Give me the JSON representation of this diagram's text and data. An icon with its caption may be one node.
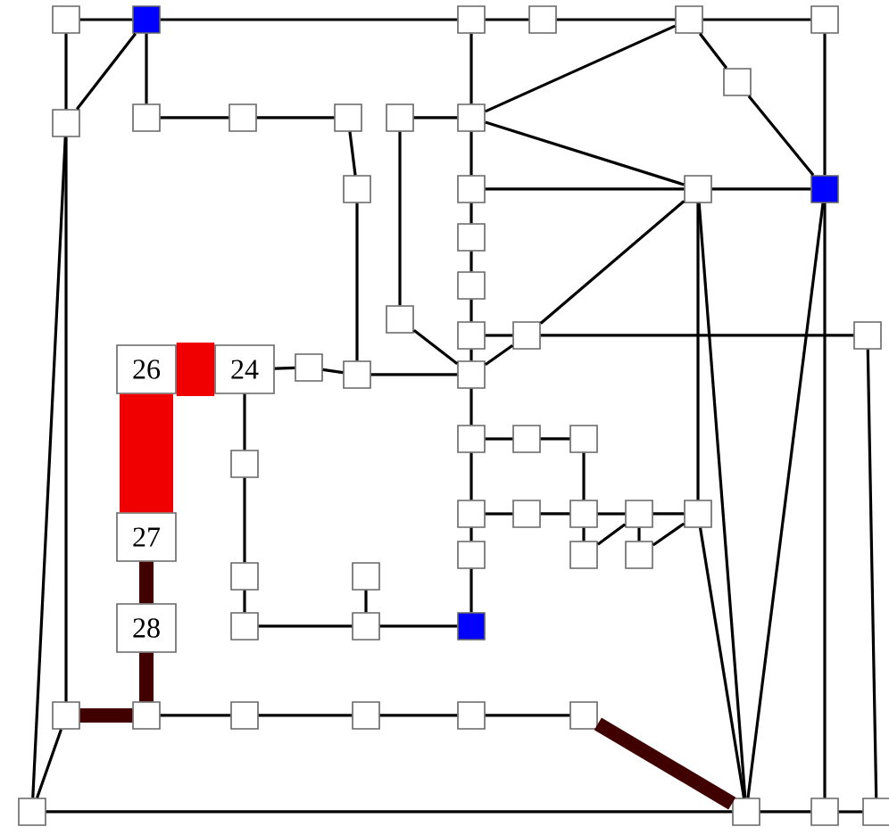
{
  "diagram": {
    "nodes": [
      {
        "text": [],
        "shape": "box"
      },
      {
        "text": [],
        "shape": "box"
      },
      {
        "text": [],
        "shape": "box"
      },
      {
        "text": [],
        "shape": "box"
      },
      {
        "text": [],
        "shape": "box"
      },
      {
        "text": [],
        "shape": "box"
      },
      {
        "text": [],
        "shape": "box"
      },
      {
        "text": [],
        "shape": "box"
      },
      {
        "text": [],
        "shape": "box"
      },
      {
        "text": [],
        "shape": "box"
      },
      {
        "text": [],
        "shape": "box"
      },
      {
        "text": [],
        "shape": "box"
      },
      {
        "text": [],
        "shape": "box"
      },
      {
        "text": [],
        "shape": "box"
      },
      {
        "text": [],
        "shape": "box"
      },
      {
        "text": [],
        "shape": "box"
      },
      {
        "text": [],
        "shape": "box"
      },
      {
        "text": [],
        "shape": "box"
      },
      {
        "text": [],
        "shape": "box"
      },
      {
        "text": [],
        "shape": "box"
      },
      {
        "text": [],
        "shape": "box"
      },
      {
        "text": [],
        "shape": "box"
      },
      {
        "text": [],
        "shape": "box"
      },
      {
        "text": [
          "26"
        ]
      },
      {
        "text": [
          "24"
        ]
      },
      {
        "text": [],
        "shape": "box"
      },
      {
        "text": [],
        "shape": "box"
      },
      {
        "text": [],
        "shape": "box"
      },
      {
        "text": [],
        "shape": "box"
      },
      {
        "text": [],
        "shape": "box"
      },
      {
        "text": [],
        "shape": "box"
      },
      {
        "text": [],
        "shape": "box"
      },
      {
        "text": [],
        "shape": "box"
      },
      {
        "text": [],
        "shape": "box"
      },
      {
        "text": [],
        "shape": "box"
      },
      {
        "text": [],
        "shape": "box"
      },
      {
        "text": [],
        "shape": "box"
      },
      {
        "text": [
          "27"
        ]
      },
      {
        "text": [],
        "shape": "box"
      },
      {
        "text": [],
        "shape": "box"
      },
      {
        "text": [],
        "shape": "box"
      },
      {
        "text": [],
        "shape": "box"
      },
      {
        "text": [],
        "shape": "box"
      },
      {
        "text": [
          "28"
        ]
      },
      {
        "text": [],
        "shape": "box"
      },
      {
        "text": [],
        "shape": "box"
      },
      {
        "text": [],
        "shape": "box"
      },
      {
        "text": [],
        "shape": "box"
      },
      {
        "text": [],
        "shape": "box"
      },
      {
        "text": [],
        "shape": "box"
      },
      {
        "text": [],
        "shape": "box"
      },
      {
        "text": [],
        "shape": "box"
      },
      {
        "text": [],
        "shape": "box"
      },
      {
        "text": [],
        "shape": "box"
      },
      {
        "text": [],
        "shape": "box"
      },
      {
        "text": [],
        "shape": "box"
      },
      {
        "text": [],
        "shape": "box"
      }
    ],
    "edges": [
      {
        "from": 0,
        "to": 1,
        "arrow": "none"
      },
      {
        "from": 1,
        "to": 2,
        "arrow": "none"
      },
      {
        "from": 2,
        "to": 3,
        "arrow": "none"
      },
      {
        "from": 3,
        "to": 4,
        "arrow": "none"
      },
      {
        "from": 4,
        "to": 5,
        "arrow": "none"
      },
      {
        "from": 0,
        "to": 7,
        "arrow": "none"
      },
      {
        "from": 1,
        "to": 7,
        "arrow": "none"
      },
      {
        "from": 1,
        "to": 8,
        "arrow": "none"
      },
      {
        "from": 8,
        "to": 9,
        "arrow": "none"
      },
      {
        "from": 9,
        "to": 10,
        "arrow": "none"
      },
      {
        "from": 10,
        "to": 13,
        "arrow": "none"
      },
      {
        "from": 13,
        "to": 26,
        "arrow": "none"
      },
      {
        "from": 11,
        "to": 12,
        "arrow": "none"
      },
      {
        "from": 11,
        "to": 19,
        "arrow": "none"
      },
      {
        "from": 19,
        "to": 27,
        "arrow": "none"
      },
      {
        "from": 2,
        "to": 12,
        "arrow": "none"
      },
      {
        "from": 12,
        "to": 14,
        "arrow": "none"
      },
      {
        "from": 14,
        "to": 17,
        "arrow": "none"
      },
      {
        "from": 17,
        "to": 18,
        "arrow": "none"
      },
      {
        "from": 18,
        "to": 20,
        "arrow": "none"
      },
      {
        "from": 20,
        "to": 27,
        "arrow": "none"
      },
      {
        "from": 12,
        "to": 4,
        "arrow": "none"
      },
      {
        "from": 12,
        "to": 15,
        "arrow": "none"
      },
      {
        "from": 14,
        "to": 15,
        "arrow": "none"
      },
      {
        "from": 15,
        "to": 16,
        "arrow": "none"
      },
      {
        "from": 4,
        "to": 6,
        "arrow": "none"
      },
      {
        "from": 6,
        "to": 16,
        "arrow": "none"
      },
      {
        "from": 5,
        "to": 16,
        "arrow": "none"
      },
      {
        "from": 16,
        "to": 55,
        "arrow": "none"
      },
      {
        "from": 16,
        "to": 54,
        "arrow": "none"
      },
      {
        "from": 15,
        "to": 36,
        "arrow": "none"
      },
      {
        "from": 15,
        "to": 54,
        "arrow": "none"
      },
      {
        "from": 36,
        "to": 54,
        "arrow": "none"
      },
      {
        "from": 21,
        "to": 15,
        "arrow": "none"
      },
      {
        "from": 20,
        "to": 21,
        "arrow": "none"
      },
      {
        "from": 21,
        "to": 22,
        "arrow": "none"
      },
      {
        "from": 22,
        "to": 56,
        "arrow": "none"
      },
      {
        "from": 27,
        "to": 21,
        "arrow": "none"
      },
      {
        "from": 23,
        "to": 24,
        "arrow": "none",
        "style": "thick",
        "color": "#f00000"
      },
      {
        "from": 24,
        "to": 25,
        "arrow": "none"
      },
      {
        "from": 25,
        "to": 26,
        "arrow": "none"
      },
      {
        "from": 26,
        "to": 27,
        "arrow": "none"
      },
      {
        "from": 24,
        "to": 31,
        "arrow": "none"
      },
      {
        "from": 31,
        "to": 41,
        "arrow": "none"
      },
      {
        "from": 41,
        "to": 44,
        "arrow": "none"
      },
      {
        "from": 44,
        "to": 45,
        "arrow": "none"
      },
      {
        "from": 45,
        "to": 46,
        "arrow": "none"
      },
      {
        "from": 42,
        "to": 45,
        "arrow": "none"
      },
      {
        "from": 27,
        "to": 28,
        "arrow": "none"
      },
      {
        "from": 28,
        "to": 32,
        "arrow": "none"
      },
      {
        "from": 32,
        "to": 38,
        "arrow": "none"
      },
      {
        "from": 38,
        "to": 46,
        "arrow": "none"
      },
      {
        "from": 28,
        "to": 29,
        "arrow": "none"
      },
      {
        "from": 29,
        "to": 30,
        "arrow": "none"
      },
      {
        "from": 30,
        "to": 34,
        "arrow": "none"
      },
      {
        "from": 32,
        "to": 33,
        "arrow": "none"
      },
      {
        "from": 33,
        "to": 34,
        "arrow": "none"
      },
      {
        "from": 34,
        "to": 35,
        "arrow": "none"
      },
      {
        "from": 35,
        "to": 36,
        "arrow": "none"
      },
      {
        "from": 34,
        "to": 39,
        "arrow": "none"
      },
      {
        "from": 35,
        "to": 39,
        "arrow": "none"
      },
      {
        "from": 35,
        "to": 40,
        "arrow": "none"
      },
      {
        "from": 36,
        "to": 40,
        "arrow": "none"
      },
      {
        "from": 23,
        "to": 37,
        "arrow": "none",
        "style": "thick",
        "color": "#f00000"
      },
      {
        "from": 37,
        "to": 43,
        "arrow": "none",
        "style": "thick",
        "color": "#400000"
      },
      {
        "from": 43,
        "to": 48,
        "arrow": "none",
        "style": "thick",
        "color": "#400000"
      },
      {
        "from": 47,
        "to": 48,
        "arrow": "none",
        "style": "thick",
        "color": "#400000"
      },
      {
        "from": 7,
        "to": 47,
        "arrow": "none"
      },
      {
        "from": 7,
        "to": 53,
        "arrow": "none"
      },
      {
        "from": 47,
        "to": 53,
        "arrow": "none"
      },
      {
        "from": 48,
        "to": 49,
        "arrow": "none"
      },
      {
        "from": 49,
        "to": 50,
        "arrow": "none"
      },
      {
        "from": 50,
        "to": 51,
        "arrow": "none"
      },
      {
        "from": 51,
        "to": 52,
        "arrow": "none"
      },
      {
        "from": 52,
        "to": 54,
        "arrow": "none",
        "style": "thick",
        "color": "#400000"
      },
      {
        "from": 53,
        "to": 54,
        "arrow": "none"
      },
      {
        "from": 54,
        "to": 55,
        "arrow": "none"
      },
      {
        "from": 55,
        "to": 56,
        "arrow": "none"
      }
    ]
  }
}
